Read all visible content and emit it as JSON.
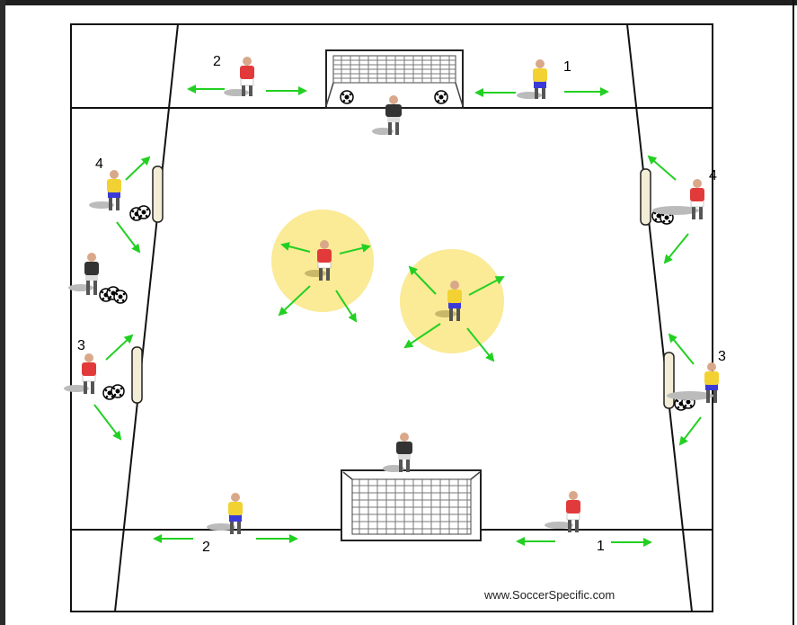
{
  "diagram": {
    "watermark": "www.SoccerSpecific.com",
    "colors": {
      "arrow": "#22d022",
      "zone": "#fbea96",
      "line": "#111111",
      "red_team": "#e23a3a",
      "yellow_team": "#f2d233",
      "keeper": "#222222"
    },
    "labels": {
      "top_left": "2",
      "top_right": "1",
      "bottom_left": "2",
      "bottom_right": "1",
      "left_upper": "4",
      "left_lower": "3",
      "right_upper": "4",
      "right_lower": "3"
    }
  }
}
